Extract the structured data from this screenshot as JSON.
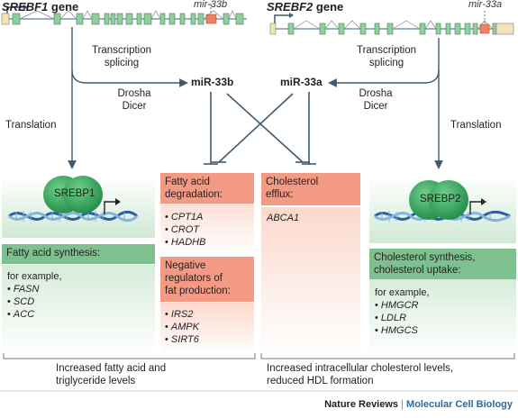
{
  "genes": {
    "srebf1": {
      "name": "SREBF1",
      "suffix": " gene",
      "mirna_locus": "mir-33b"
    },
    "srebf2": {
      "name": "SREBF2",
      "suffix": " gene",
      "mirna_locus": "mir-33a"
    }
  },
  "processing": {
    "left": {
      "line1": "Transcription",
      "line2": "splicing",
      "enzyme1": "Drosha",
      "enzyme2": "Dicer"
    },
    "right": {
      "line1": "Transcription",
      "line2": "splicing",
      "enzyme1": "Drosha",
      "enzyme2": "Dicer"
    }
  },
  "mirnas": {
    "left": "miR-33b",
    "right": "miR-33a"
  },
  "translation": {
    "left": "Translation",
    "right": "Translation"
  },
  "proteins": {
    "left": "SREBP1",
    "right": "SREBP2"
  },
  "left_box": {
    "header": "Fatty acid synthesis:",
    "intro": "for example,",
    "items": [
      "FASN",
      "SCD",
      "ACC"
    ]
  },
  "right_box": {
    "header_line1": "Cholesterol synthesis,",
    "header_line2": "cholesterol uptake:",
    "intro": "for example,",
    "items": [
      "HMGCR",
      "LDLR",
      "HMGCS"
    ]
  },
  "targets_fa": {
    "header_line1": "Fatty acid",
    "header_line2": "degradation:",
    "items": [
      "CPT1A",
      "CROT",
      "HADHB"
    ]
  },
  "targets_neg": {
    "header_line1": "Negative",
    "header_line2": "regulators of",
    "header_line3": "fat production:",
    "items": [
      "IRS2",
      "AMPK",
      "SIRT6"
    ]
  },
  "targets_chol": {
    "header_line1": "Cholesterol",
    "header_line2": "efflux:",
    "items": [
      "ABCA1"
    ]
  },
  "outcomes": {
    "left_line1": "Increased fatty acid and",
    "left_line2": "triglyceride levels",
    "right_line1": "Increased intracellular cholesterol levels,",
    "right_line2": "reduced HDL formation"
  },
  "credit": {
    "publisher": "Nature Reviews",
    "separator": "|",
    "journal": "Molecular Cell Biology"
  },
  "colors": {
    "exon": "#8fcf9c",
    "mir_exon": "#f08060",
    "green_panel": "#d9eedd",
    "green_header": "#7fc08f",
    "orange_header": "#f29a84",
    "orange_panel": "#fbe0d6",
    "line": "#3e5a70",
    "credit_blue": "#2a6aa0"
  }
}
